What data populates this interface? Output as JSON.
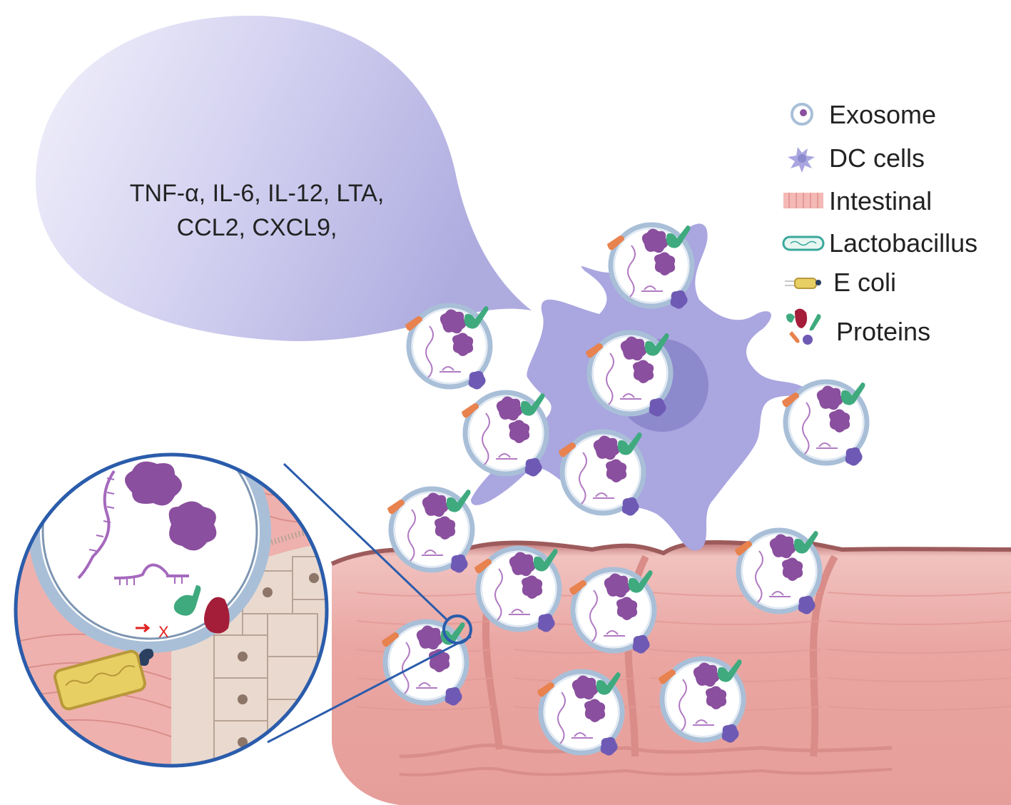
{
  "bubble": {
    "line1": "TNF-α, IL-6, IL-12, LTA,",
    "line2": "CCL2, CXCL9,"
  },
  "legend": {
    "items": [
      {
        "icon": "exosome-icon",
        "label": "Exosome"
      },
      {
        "icon": "dc-cell-icon",
        "label": "DC cells"
      },
      {
        "icon": "intestinal-icon",
        "label": "Intestinal"
      },
      {
        "icon": "lactobacillus-icon",
        "label": "Lactobacillus"
      },
      {
        "icon": "e-coli-icon",
        "label": "E coli"
      },
      {
        "icon": "proteins-icon",
        "label": "Proteins"
      }
    ]
  },
  "zoom_inset": {
    "block_marker": "X"
  },
  "colors": {
    "dc_cell": "#a9a6e0",
    "intestine": "#ecaaa6",
    "exosome_ring": "#a9bfd8",
    "protein_purple": "#8a4f9e",
    "protein_green": "#3faa7e",
    "protein_orange": "#e8824e",
    "protein_red": "#a41e3a",
    "zoom_outline": "#2b5cab"
  }
}
